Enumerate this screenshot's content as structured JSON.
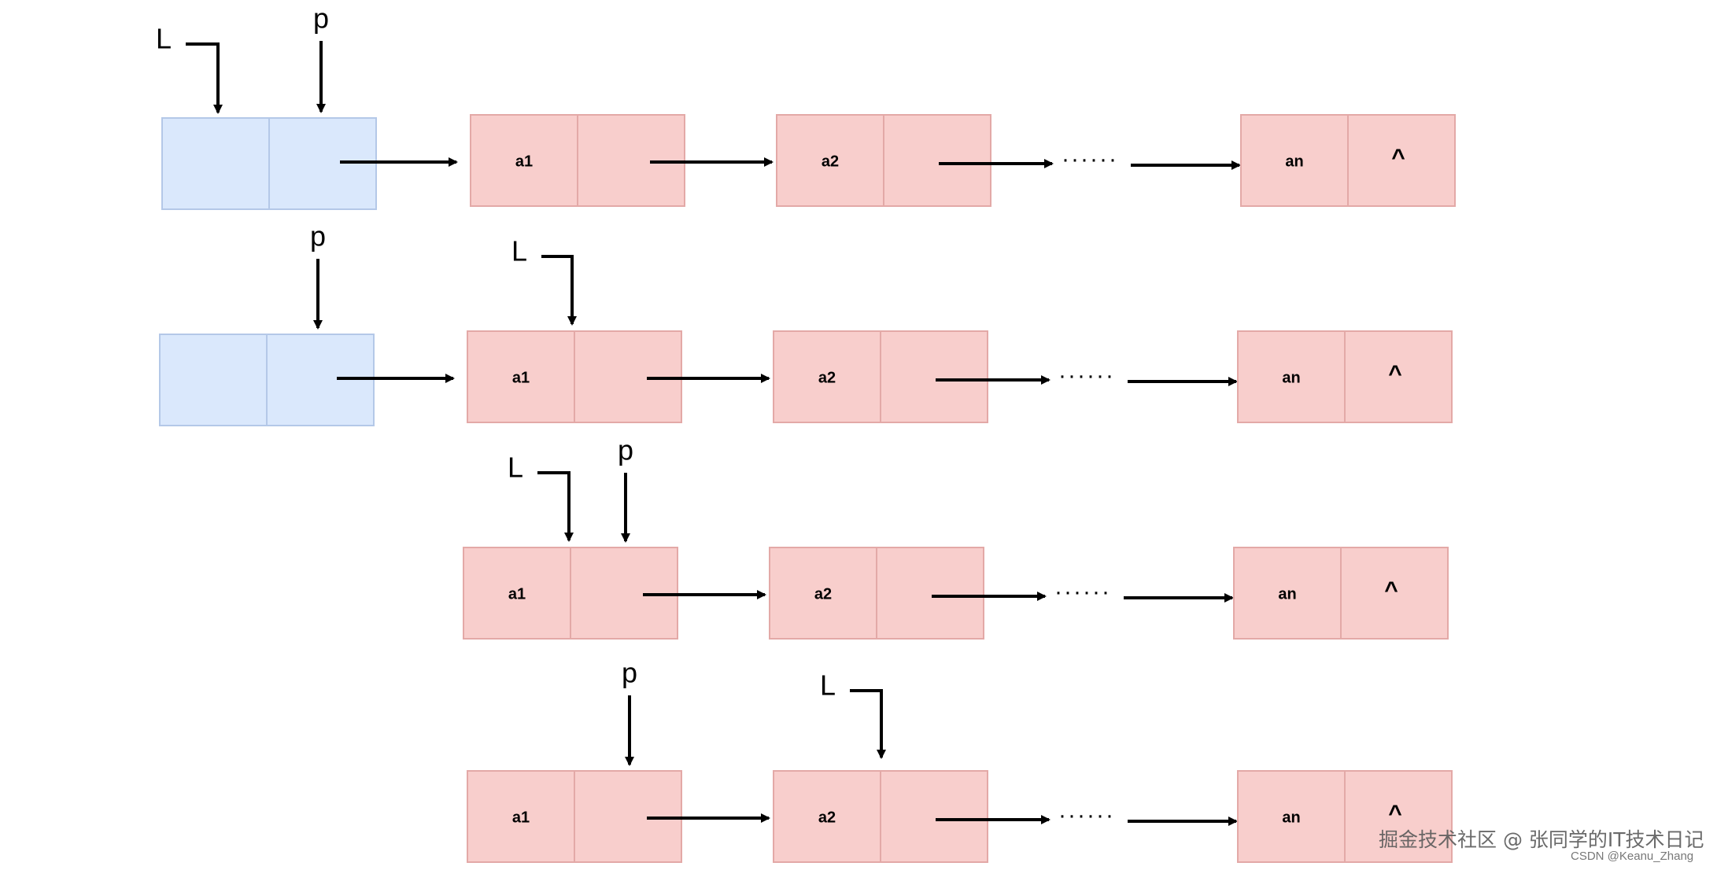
{
  "colors": {
    "head_fill": "#dae8fc",
    "head_stroke": "#b4c8e8",
    "node_fill": "#f8cecc",
    "node_stroke": "#e3a9a7",
    "line": "#000000"
  },
  "labels": {
    "pointer_L": "L",
    "pointer_p": "p",
    "node_a1": "a1",
    "node_a2": "a2",
    "node_an": "an",
    "null_symbol": "^",
    "ellipsis": "······"
  },
  "watermark": {
    "main": "掘金技术社区 @ 张同学的IT技术日记",
    "sub": "CSDN @Keanu_Zhang"
  }
}
